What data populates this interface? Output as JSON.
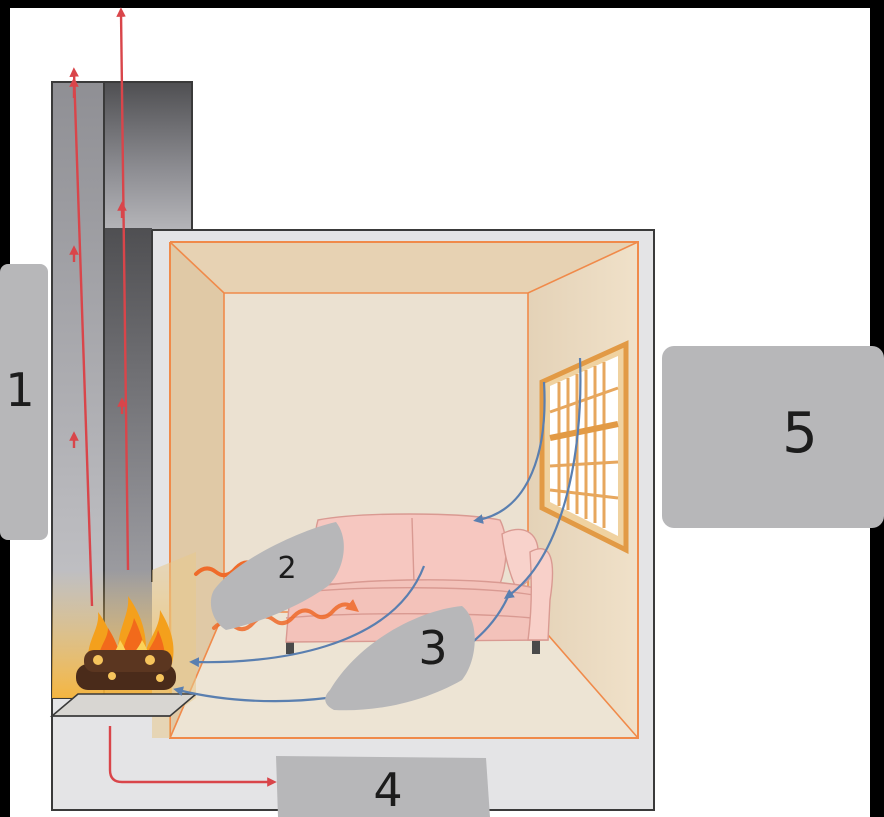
{
  "diagram": {
    "labels": {
      "l1": "1",
      "l2": "2",
      "l3": "3",
      "l4": "4",
      "l5": "5"
    },
    "colors": {
      "background": "#000000",
      "canvas": "#ffffff",
      "outer_wall": "#e4e4e6",
      "chimney_dark": "#5a5a5d",
      "chimney_light": "#9b9ba0",
      "room_wall": "#e8dccb",
      "room_ceiling": "#e7d2b3",
      "room_floor": "#ece3d2",
      "room_outline": "#f08a4a",
      "hot_air": "#d9454a",
      "cool_air": "#5a7fb0",
      "radiant_heat": "#ef6b2a",
      "fire": "#f4a01c",
      "label_patch": "#b7b7b9"
    }
  }
}
